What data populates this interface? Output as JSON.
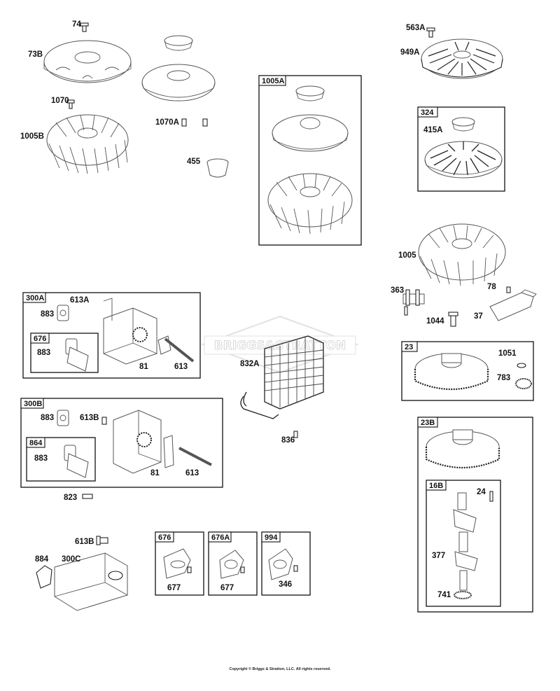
{
  "watermark": "BRIGGS&STRATTON",
  "copyright": "Copyright © Briggs & Stratton, LLC. All rights reserved.",
  "labels": {
    "p74": "74",
    "p73b": "73B",
    "p1070": "1070",
    "p1005b": "1005B",
    "p1070a": "1070A",
    "p455": "455",
    "p563a": "563A",
    "p949a": "949A",
    "p415a": "415A",
    "p1005": "1005",
    "p363": "363",
    "p78": "78",
    "p1044": "1044",
    "p37": "37",
    "p300a_883": "883",
    "p300a_613a": "613A",
    "p676a_883": "883",
    "p300a_81": "81",
    "p300a_613": "613",
    "p832a": "832A",
    "p836": "836",
    "p300b_883": "883",
    "p300b_613b": "613B",
    "p864_883": "883",
    "p300b_81": "81",
    "p300b_613": "613",
    "p823": "823",
    "p613b": "613B",
    "p884": "884",
    "p300c": "300C",
    "p677a": "677",
    "p677b": "677",
    "p346": "346",
    "p1051": "1051",
    "p783": "783",
    "p24": "24",
    "p377": "377",
    "p741": "741"
  },
  "boxes": {
    "b1005a": "1005A",
    "b324": "324",
    "b300a": "300A",
    "b676_inner": "676",
    "b300b": "300B",
    "b864": "864",
    "b23": "23",
    "b23b": "23B",
    "b16b": "16B",
    "b676": "676",
    "b676a": "676A",
    "b994": "994"
  }
}
